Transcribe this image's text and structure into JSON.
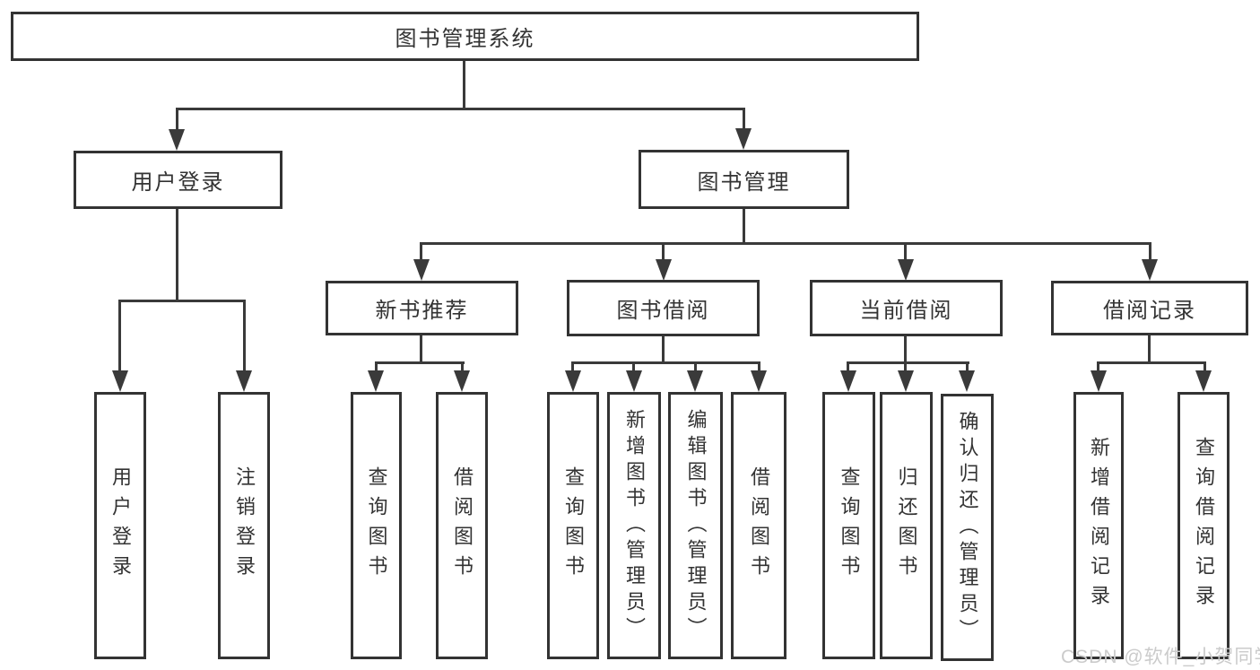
{
  "diagram_title": "图书管理系统",
  "watermark": "CSDN @软件_小贺同学",
  "colors": {
    "line": "#3a3a3a",
    "box_border": "#333333",
    "text": "#333333",
    "watermark": "#cbcbcb",
    "background": "#ffffff"
  },
  "tree": {
    "label": "图书管理系统",
    "children": [
      {
        "label": "用户登录",
        "children": [
          {
            "label": "用户登录"
          },
          {
            "label": "注销登录"
          }
        ]
      },
      {
        "label": "图书管理",
        "children": [
          {
            "label": "新书推荐",
            "children": [
              {
                "label": "查询图书"
              },
              {
                "label": "借阅图书"
              }
            ]
          },
          {
            "label": "图书借阅",
            "children": [
              {
                "label": "查询图书"
              },
              {
                "label": "新增图书（管理员）"
              },
              {
                "label": "编辑图书（管理员）"
              },
              {
                "label": "借阅图书"
              }
            ]
          },
          {
            "label": "当前借阅",
            "children": [
              {
                "label": "查询图书"
              },
              {
                "label": "归还图书"
              },
              {
                "label": "确认归还（管理员）"
              }
            ]
          },
          {
            "label": "借阅记录",
            "children": [
              {
                "label": "新增借阅记录"
              },
              {
                "label": "查询借阅记录"
              }
            ]
          }
        ]
      }
    ]
  }
}
